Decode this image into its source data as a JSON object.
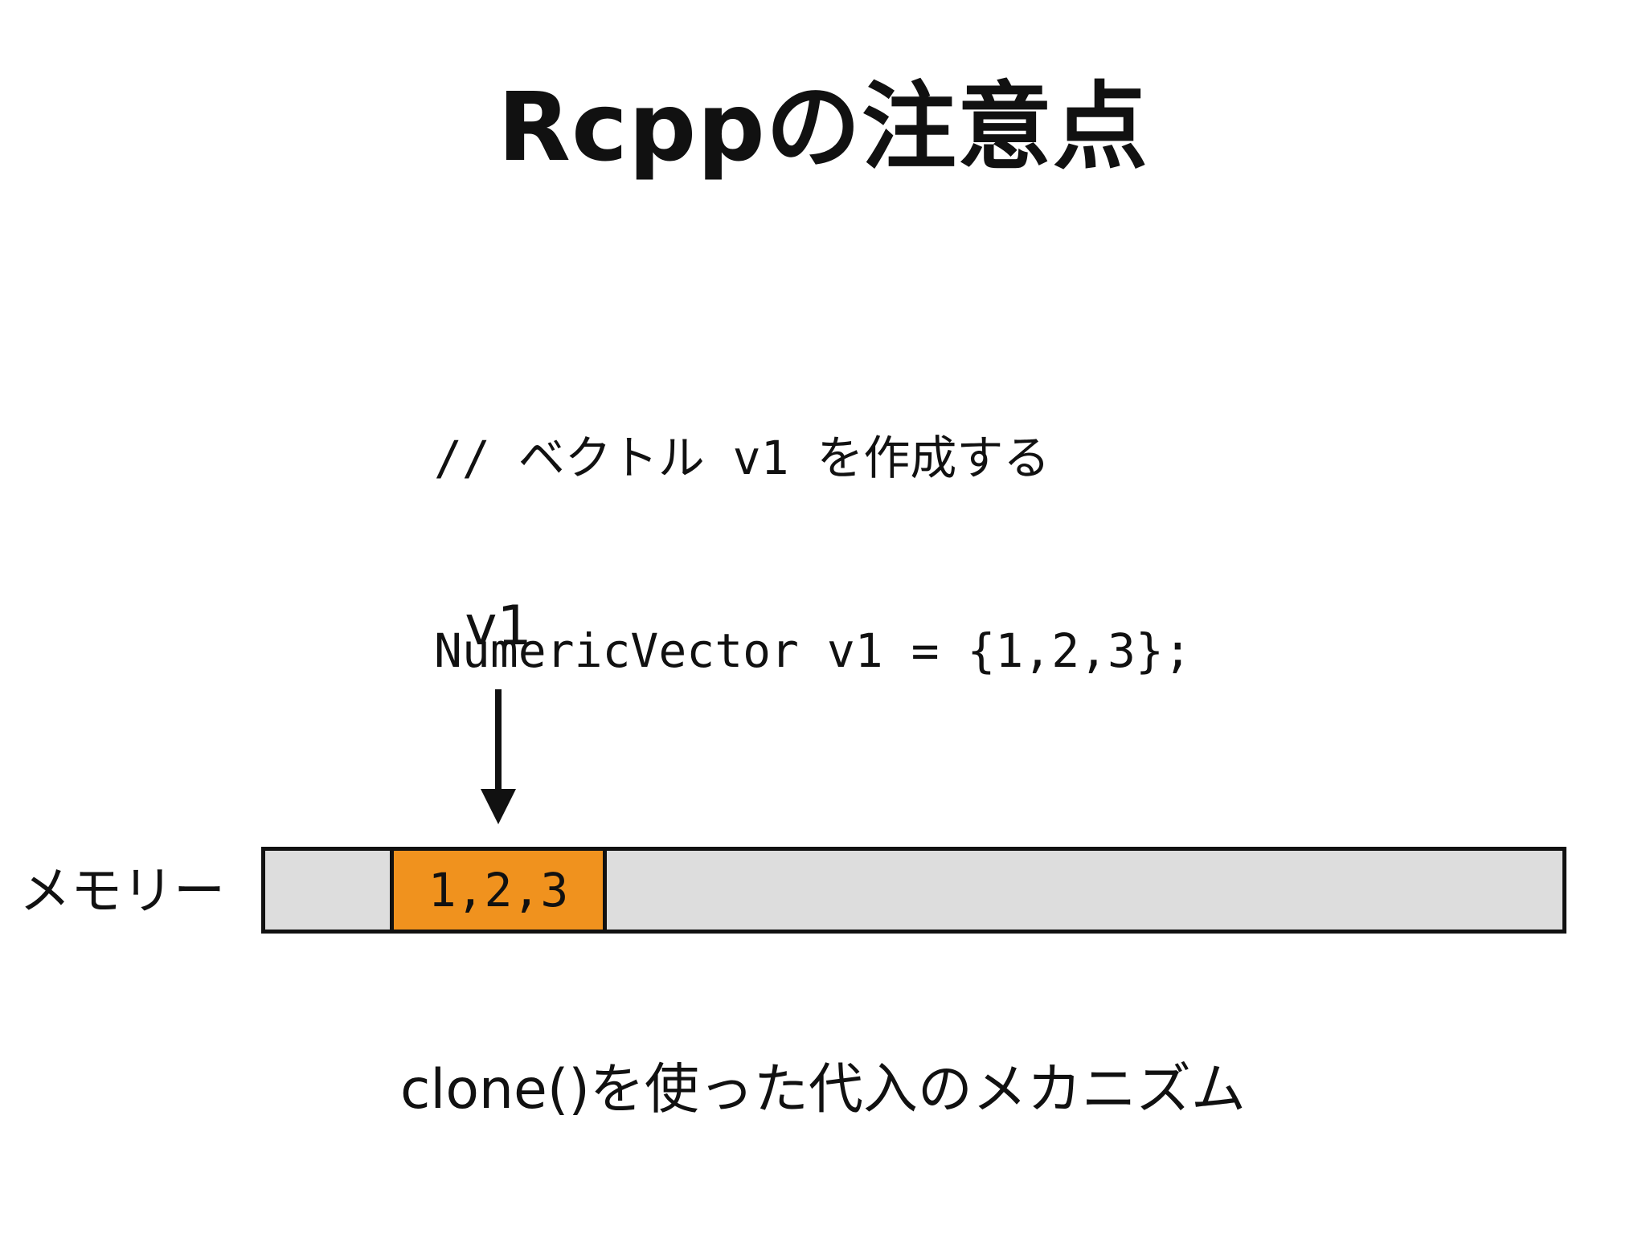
{
  "slide": {
    "title": "Rcppの注意点",
    "code": {
      "comment": "// ベクトル v1 を作成する",
      "statement": "NumericVector v1 = {1,2,3};"
    },
    "pointer_label": "v1",
    "memory_label": "メモリー",
    "memory_cell_value": "1,2,3",
    "caption": "clone()を使った代入のメカニズム"
  },
  "colors": {
    "memory_background": "#dddddd",
    "allocated_cell": "#f0921e",
    "outline": "#111111"
  },
  "icons": {
    "pointer": "down-arrow-icon"
  }
}
